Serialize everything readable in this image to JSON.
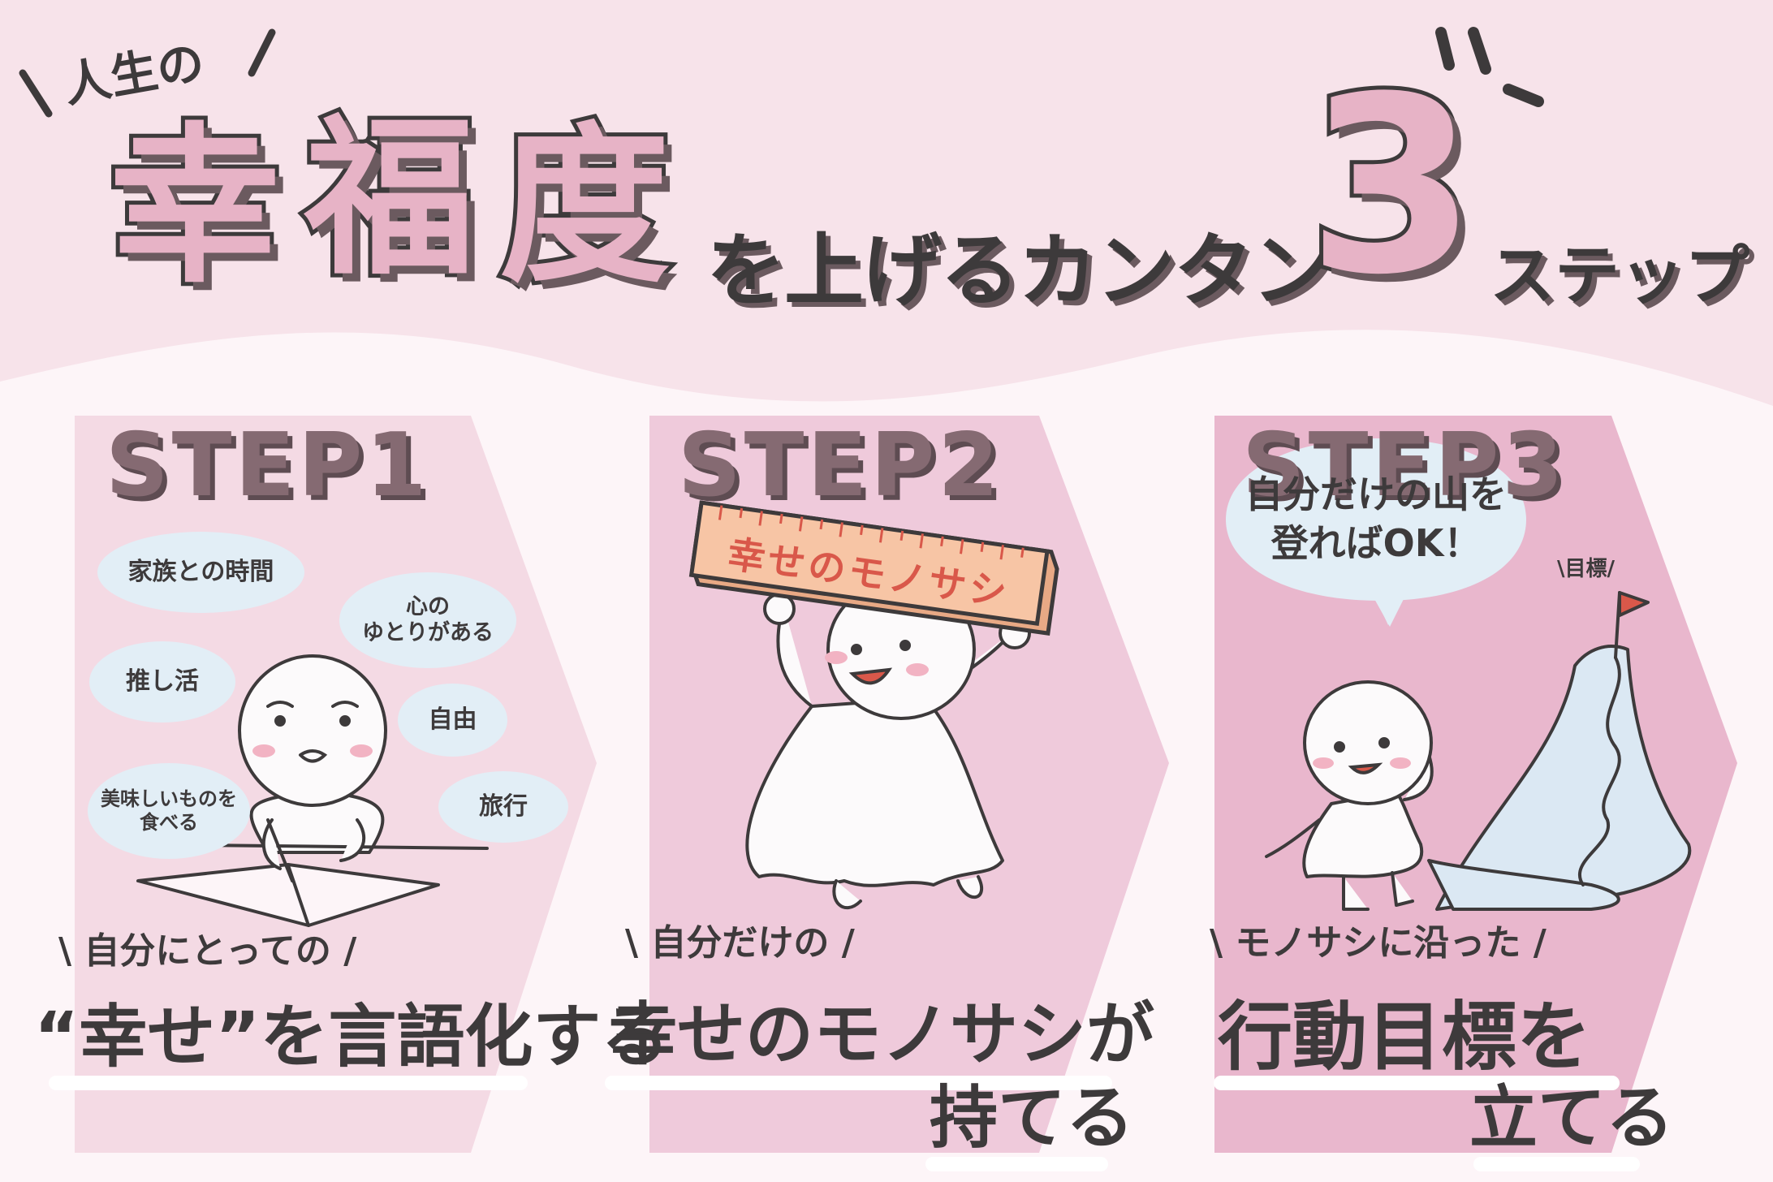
{
  "header": {
    "prefix": "人生の",
    "kanji": [
      "幸",
      "福",
      "度"
    ],
    "middle": "を上げるカンタン",
    "number": "3",
    "suffix": "ステップ"
  },
  "steps": [
    {
      "label": "STEP1",
      "bubbles": [
        "家族との時間",
        "心の\nゆとりがある",
        "推し活",
        "自由",
        "美味しいものを\n食べる",
        "旅行"
      ],
      "caption_small": "自分にとっての",
      "caption_main": "“幸せ”を言語化する"
    },
    {
      "label": "STEP2",
      "ruler_text": "幸せのモノサシ",
      "caption_small": "自分だけの",
      "caption_main": [
        "幸せのモノサシが",
        "持てる"
      ]
    },
    {
      "label": "STEP3",
      "speech": "自分だけの山を\n登ればOK！",
      "flag_label": "目標",
      "caption_small": "モノサシに沿った",
      "caption_main": [
        "行動目標を",
        "立てる"
      ]
    }
  ],
  "colors": {
    "background": "#f7e3ea",
    "wave": "#fdf5f8",
    "panel1": "#f4dae4",
    "panel2": "#efcadb",
    "panel3": "#e9b7cd",
    "accent_pink": "#e7b3c6",
    "ink": "#3d3a3b",
    "bubble": "#e2eef6",
    "ruler": "#f7c5a5",
    "ruler_text": "#d9584a",
    "mountain": "#dbe8f3",
    "flag": "#d9584a"
  }
}
